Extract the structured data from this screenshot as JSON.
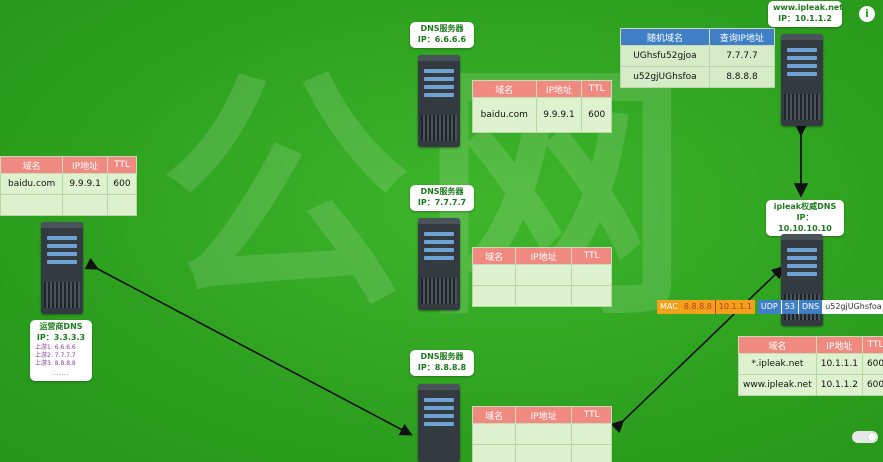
{
  "watermark": {
    "chars": [
      "公",
      "网"
    ]
  },
  "colors": {
    "background": "#2fa722",
    "table_header": "#f08a80",
    "table_header_blue": "#3f7fc6",
    "cell": "#dff2cf",
    "label_text": "#1e7a1e"
  },
  "icons": {
    "info": "info-icon",
    "toggle": "toggle-switch"
  },
  "servers": {
    "isp": {
      "title": "运营商DNS",
      "ip": "IP：3.3.3.3",
      "upstreams": [
        "上游1: 6.6.6.6",
        "上游2: 7.7.7.7",
        "上游3: 8.8.8.8"
      ],
      "more": "......"
    },
    "dns1": {
      "title": "DNS服务器",
      "ip": "IP：6.6.6.6"
    },
    "dns2": {
      "title": "DNS服务器",
      "ip": "IP：7.7.7.7"
    },
    "dns3": {
      "title": "DNS服务器",
      "ip": "IP：8.8.8.8"
    },
    "web": {
      "title": "www.ipleak.net",
      "ip": "IP：10.1.1.2"
    },
    "auth": {
      "title": "ipleak权威DNS",
      "ip": "IP：10.10.10.10"
    }
  },
  "tables": {
    "isp": {
      "headers": [
        "域名",
        "IP地址",
        "TTL"
      ],
      "rows": [
        [
          "baidu.com",
          "9.9.9.1",
          "600"
        ],
        [
          "",
          "",
          ""
        ]
      ]
    },
    "dns1": {
      "headers": [
        "域名",
        "IP地址",
        "TTL"
      ],
      "rows": [
        [
          "baidu.com",
          "9.9.9.1",
          "600"
        ]
      ]
    },
    "dns2": {
      "headers": [
        "域名",
        "IP地址",
        "TTL"
      ],
      "rows": [
        [
          "",
          "",
          ""
        ],
        [
          "",
          "",
          ""
        ]
      ]
    },
    "dns3": {
      "headers": [
        "域名",
        "IP地址",
        "TTL"
      ],
      "rows": [
        [
          "",
          "",
          ""
        ],
        [
          "",
          "",
          ""
        ]
      ]
    },
    "web": {
      "headers": [
        "随机域名",
        "查询IP地址"
      ],
      "rows": [
        [
          "UGhsfu52gjoa",
          "7.7.7.7"
        ],
        [
          "u52gjUGhsfoa",
          "8.8.8.8"
        ]
      ]
    },
    "auth": {
      "headers": [
        "域名",
        "IP地址",
        "TTL"
      ],
      "rows": [
        [
          "*.ipleak.net",
          "10.1.1.1",
          "600"
        ],
        [
          "www.ipleak.net",
          "10.1.1.2",
          "600"
        ]
      ]
    }
  },
  "packet": {
    "mac": "MAC",
    "src": "8.8.8.8",
    "dst": "10.1.1.1",
    "udp": "UDP",
    "port": "53",
    "dns": "DNS",
    "query": "u52gjUGhsfoa"
  }
}
